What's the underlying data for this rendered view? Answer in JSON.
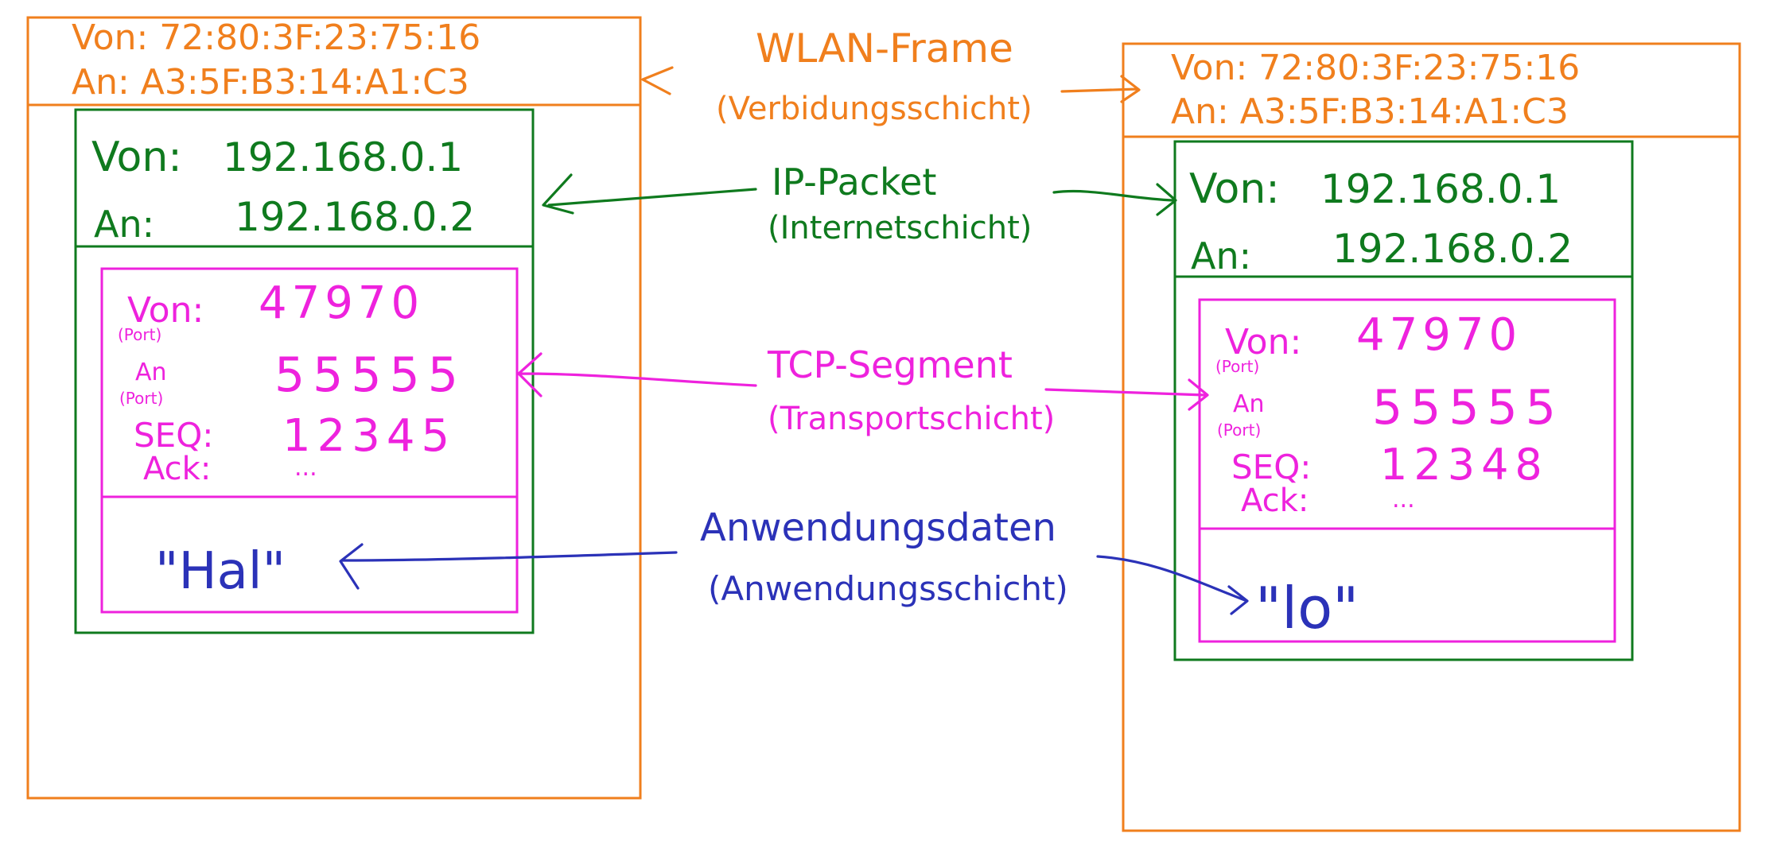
{
  "colors": {
    "frame": "#f07f1d",
    "ip": "#0f7a1e",
    "tcp": "#ee22dd",
    "app": "#2b32b8",
    "background": "#ffffff"
  },
  "labels": {
    "wlan_title": "WLAN-Frame",
    "wlan_sub": "(Verbidungsschicht)",
    "ip_title": "IP-Packet",
    "ip_sub": "(Internetschicht)",
    "tcp_title": "TCP-Segment",
    "tcp_sub": "(Transportschicht)",
    "app_title": "Anwendungsdaten",
    "app_sub": "(Anwendungsschicht)"
  },
  "left": {
    "mac_from": "Von: 72:80:3F:23:75:16",
    "mac_to": "An: A3:5F:B3:14:A1:C3",
    "ip_from_label": "Von:",
    "ip_from": "192.168.0.1",
    "ip_to_label": "An:",
    "ip_to": "192.168.0.2",
    "port_from_label": "Von:",
    "port_from_sub": "(Port)",
    "port_from": "47970",
    "port_to_label": "An",
    "port_to_sub": "(Port)",
    "port_to": "55555",
    "seq_label": "SEQ:",
    "seq": "12345",
    "ack_label": "Ack:",
    "ack": "...",
    "payload": "\"Hal\""
  },
  "right": {
    "mac_from": "Von: 72:80:3F:23:75:16",
    "mac_to": "An: A3:5F:B3:14:A1:C3",
    "ip_from_label": "Von:",
    "ip_from": "192.168.0.1",
    "ip_to_label": "An:",
    "ip_to": "192.168.0.2",
    "port_from_label": "Von:",
    "port_from_sub": "(Port)",
    "port_from": "47970",
    "port_to_label": "An",
    "port_to_sub": "(Port)",
    "port_to": "55555",
    "seq_label": "SEQ:",
    "seq": "12348",
    "ack_label": "Ack:",
    "ack": "...",
    "payload": "\"lo\""
  }
}
